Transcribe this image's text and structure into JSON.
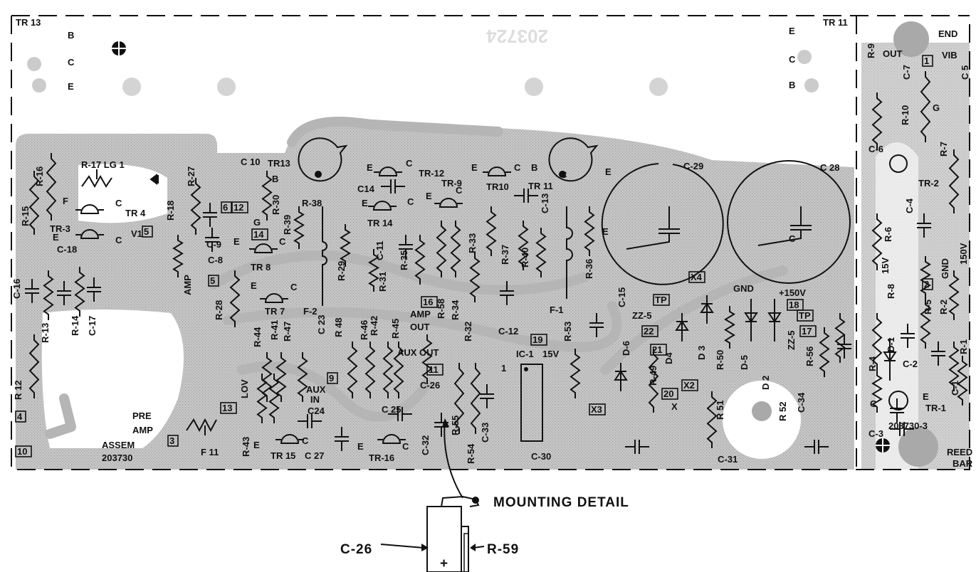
{
  "title": "Circuit board component layout",
  "watermark": "203724",
  "assembly": {
    "label": "ASSEM",
    "number": "203730"
  },
  "sub_assembly_number": "203730-3",
  "mounting_detail": {
    "title": "MOUNTING DETAIL",
    "capacitor": "C-26",
    "resistor": "R-59",
    "polarity": "+"
  },
  "labels": [
    "TR 13",
    "B",
    "C",
    "E",
    "TR 11",
    "E",
    "C",
    "B",
    "END",
    "OUT",
    "VIB",
    "R-9",
    "C-7",
    "R-10",
    "G",
    "C 5",
    "R-7",
    "C-6",
    "TR-2",
    "C-4",
    "R-6",
    "15V",
    "GND",
    "150V",
    "R-8",
    "D-1",
    "R-5",
    "R-2",
    "C-2",
    "R-4",
    "C-1",
    "TR-1",
    "R-1",
    "C-3",
    "REED",
    "BAR",
    "C",
    "E",
    "R-15",
    "R-16",
    "R-17 LG 1",
    "F",
    "C",
    "TR 4",
    "TR-3",
    "E",
    "C",
    "C-18",
    "V1",
    "R-18",
    "R-27",
    "C 10",
    "TR13",
    "B",
    "R-30",
    "R-39",
    "G",
    "E",
    "C",
    "TR 8",
    "C-9",
    "C-8",
    "AMP",
    "E",
    "C",
    "TR 7",
    "R-28",
    "F-2",
    "R-38",
    "C-16",
    "R-13",
    "R-14",
    "C-17",
    "R 12",
    "PRE",
    "AMP",
    "F 11",
    "R-43",
    "E",
    "TR 15",
    "C 27",
    "C",
    "R-44",
    "R-41",
    "R-47",
    "C 23",
    "R 48",
    "LOV",
    "AUX",
    "IN",
    "C24",
    "R-46",
    "R-42",
    "R-31",
    "R-29",
    "C-11",
    "R-35",
    "R-45",
    "AMP",
    "OUT",
    "AUX OUT",
    "C-26",
    "C 25",
    "E",
    "TR-16",
    "C",
    "C-32",
    "R-55",
    "R-54",
    "C-33",
    "R-58",
    "R-34",
    "R-32",
    "R-33",
    "E",
    "C",
    "TR-12",
    "C14",
    "E",
    "C",
    "TR 14",
    "E",
    "C",
    "TR-9",
    "E",
    "C",
    "TR10",
    "B",
    "TR 11",
    "E",
    "C",
    "E",
    "C",
    "C-12",
    "IC-1",
    "15V",
    "1",
    "C-30",
    "R-53",
    "R-37",
    "R-40",
    "C-13",
    "F-1",
    "R-36",
    "C-15",
    "ZZ-5",
    "D-6",
    "D4",
    "R-49",
    "X",
    "D 3",
    "GND",
    "+150V",
    "ZZ-5",
    "R-50",
    "D-5",
    "D 2",
    "R-56",
    "R 52",
    "C-34",
    "R 51",
    "C-31",
    "C-29",
    "C 28"
  ],
  "badges": [
    "1",
    "2",
    "5",
    "6",
    "12",
    "14",
    "5",
    "4",
    "3",
    "13",
    "10",
    "9",
    "16",
    "11",
    "19",
    "TP",
    "22",
    "21",
    "20",
    "X2",
    "X3",
    "X4",
    "18",
    "TP",
    "17"
  ],
  "colors": {
    "ink": "#111111",
    "copper": "#b5b5b5",
    "paper": "#ffffff"
  }
}
